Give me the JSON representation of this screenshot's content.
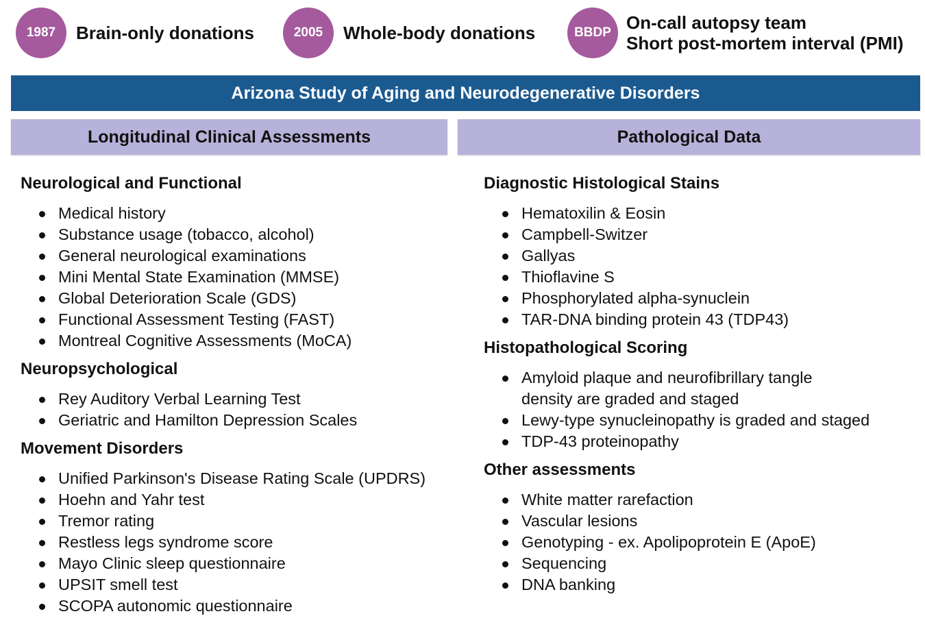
{
  "timeline": [
    {
      "badge": "1987",
      "lines": [
        "Brain-only donations"
      ]
    },
    {
      "badge": "2005",
      "lines": [
        "Whole-body donations"
      ]
    },
    {
      "badge": "BBDP",
      "lines": [
        "On-call autopsy team",
        "Short post-mortem interval (PMI)"
      ]
    }
  ],
  "banner": {
    "title": "Arizona Study of Aging and Neurodegenerative Disorders"
  },
  "left": {
    "header": "Longitudinal Clinical Assessments",
    "sections": [
      {
        "title": "Neurological and Functional",
        "items": [
          "Medical history",
          "Substance usage (tobacco, alcohol)",
          "General neurological examinations",
          "Mini Mental State Examination (MMSE)",
          "Global Deterioration Scale (GDS)",
          "Functional Assessment Testing (FAST)",
          "Montreal Cognitive Assessments (MoCA)"
        ]
      },
      {
        "title": "Neuropsychological",
        "items": [
          "Rey Auditory Verbal Learning Test",
          "Geriatric and Hamilton Depression Scales"
        ]
      },
      {
        "title": "Movement Disorders",
        "items": [
          "Unified Parkinson's Disease Rating Scale (UPDRS)",
          "Hoehn and Yahr test",
          "Tremor rating",
          "Restless legs syndrome score",
          "Mayo Clinic sleep questionnaire",
          "UPSIT smell test",
          "SCOPA autonomic questionnaire"
        ]
      }
    ]
  },
  "right": {
    "header": "Pathological Data",
    "sections": [
      {
        "title": "Diagnostic Histological Stains",
        "items": [
          "Hematoxilin & Eosin",
          "Campbell-Switzer",
          "Gallyas",
          "Thioflavine S",
          "Phosphorylated alpha-synuclein",
          "TAR-DNA binding protein 43 (TDP43)"
        ]
      },
      {
        "title": "Histopathological Scoring",
        "items": [
          "Amyloid plaque and neurofibrillary tangle density are graded and staged",
          "Lewy-type synucleinopathy is graded and staged",
          "TDP-43 proteinopathy"
        ]
      },
      {
        "title": "Other assessments",
        "items": [
          "White matter rarefaction",
          "Vascular lesions",
          "Genotyping - ex. Apolipoprotein E (ApoE)",
          "Sequencing",
          "DNA banking"
        ]
      }
    ]
  },
  "colors": {
    "badge": "#a45a9c",
    "banner": "#1b5a8f",
    "column_header": "#b6b2da"
  }
}
